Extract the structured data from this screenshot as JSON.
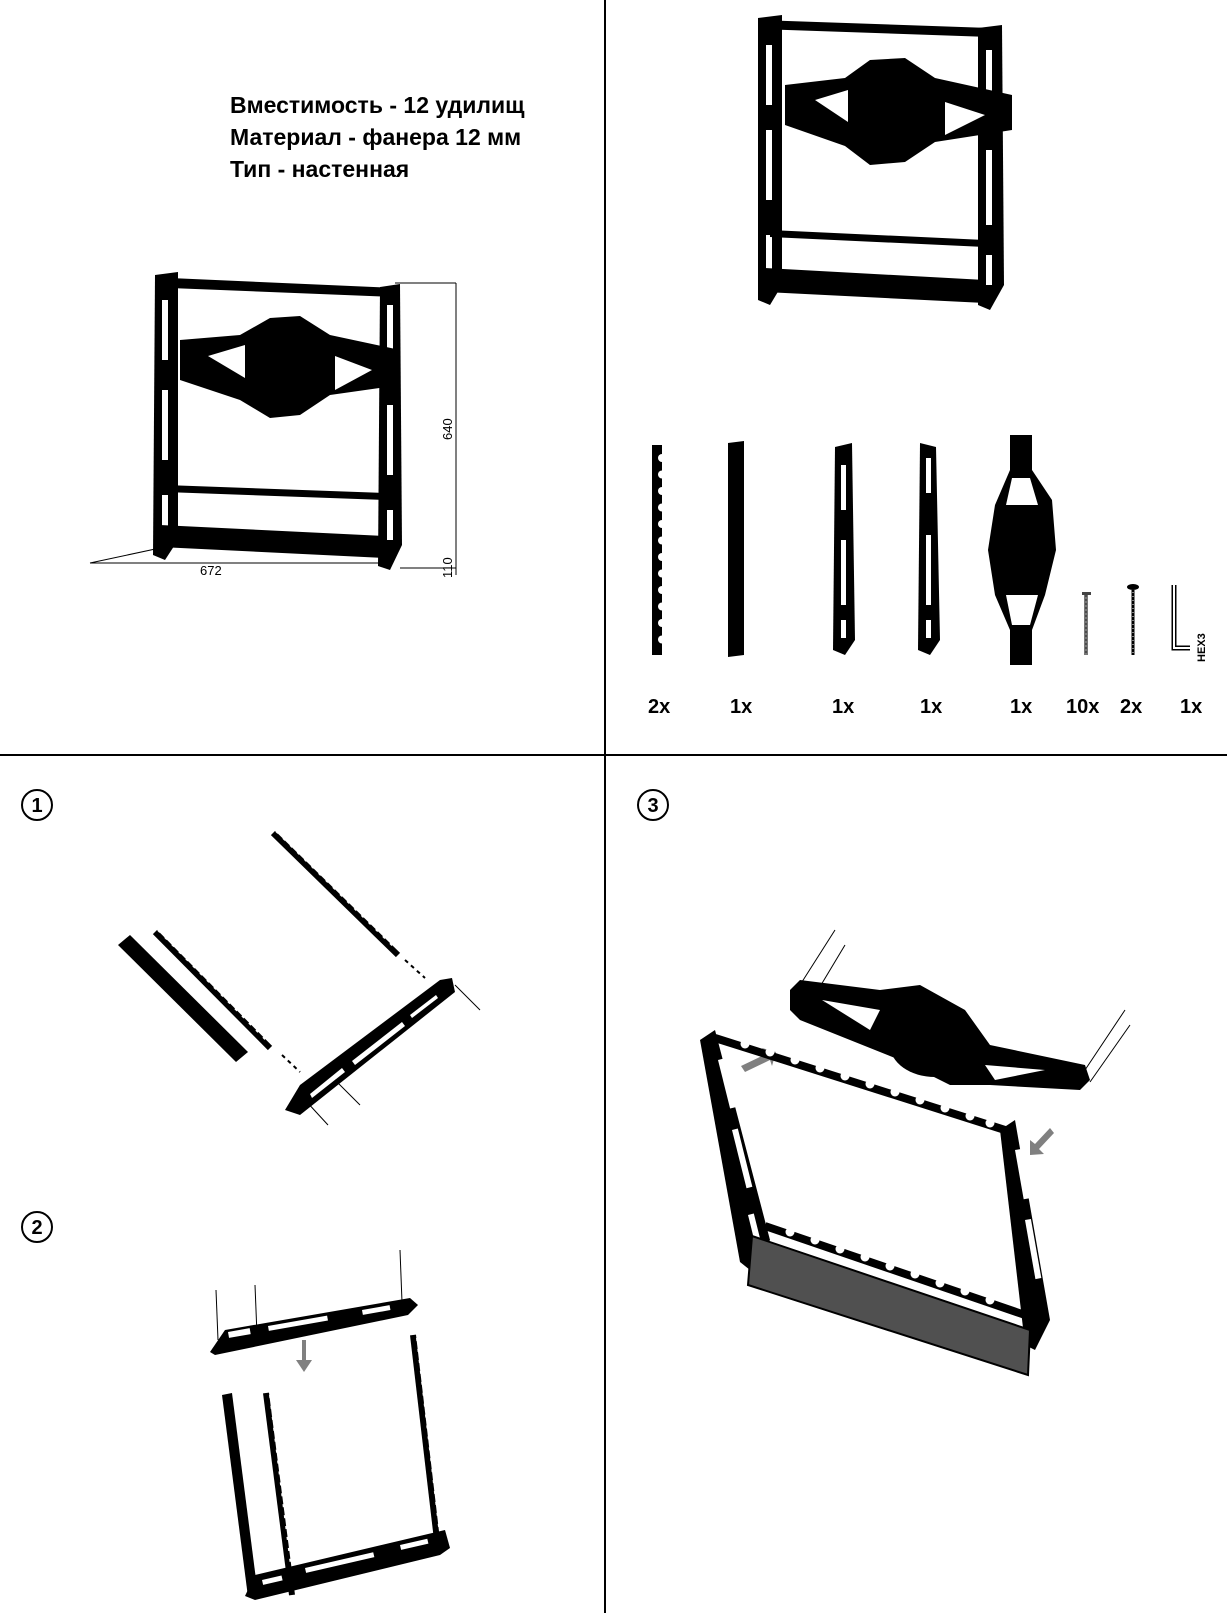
{
  "specs": {
    "capacity": "Вместимость - 12 удилищ",
    "material": "Материал - фанера 12 мм",
    "type": "Тип - настенная"
  },
  "dimensions": {
    "width": "672",
    "height": "640",
    "depth": "110"
  },
  "parts": [
    {
      "name": "notched-rail",
      "qty": "2x"
    },
    {
      "name": "front-panel",
      "qty": "1x"
    },
    {
      "name": "left-side-panel",
      "qty": "1x"
    },
    {
      "name": "right-side-panel",
      "qty": "1x"
    },
    {
      "name": "center-brace",
      "qty": "1x"
    },
    {
      "name": "wood-screw",
      "qty": "10x"
    },
    {
      "name": "wall-screw",
      "qty": "2x"
    },
    {
      "name": "hex-key",
      "qty": "1x",
      "label": "HEX3"
    }
  ],
  "steps": [
    "1",
    "2",
    "3"
  ],
  "colors": {
    "ink": "#000000",
    "arrow": "#808080",
    "panel": "#505050"
  }
}
